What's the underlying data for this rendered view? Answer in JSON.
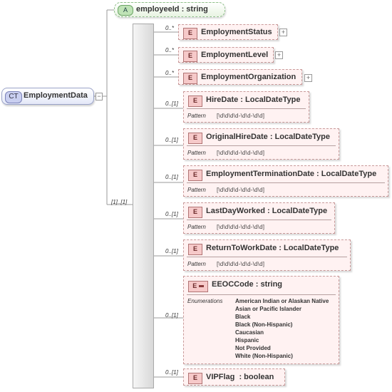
{
  "complex_type": {
    "badge": "CT",
    "name": "EmploymentData"
  },
  "attribute": {
    "badge": "A",
    "label": "employeeId : string"
  },
  "sequence": {
    "cardinality": "[1]..[1]"
  },
  "elements": [
    {
      "badge": "E",
      "name": "EmploymentStatus",
      "card": "0..*",
      "expandable": true
    },
    {
      "badge": "E",
      "name": "EmploymentLevel",
      "card": "0..*",
      "expandable": true
    },
    {
      "badge": "E",
      "name": "EmploymentOrganization",
      "card": "0..*",
      "expandable": true
    },
    {
      "badge": "E",
      "name": "HireDate : LocalDateType",
      "card": "0..[1]",
      "facet_label": "Pattern",
      "facet_value": "[\\d\\d\\d\\d-\\d\\d-\\d\\d]"
    },
    {
      "badge": "E",
      "name": "OriginalHireDate : LocalDateType",
      "card": "0..[1]",
      "facet_label": "Pattern",
      "facet_value": "[\\d\\d\\d\\d-\\d\\d-\\d\\d]"
    },
    {
      "badge": "E",
      "name": "EmploymentTerminationDate : LocalDateType",
      "card": "0..[1]",
      "facet_label": "Pattern",
      "facet_value": "[\\d\\d\\d\\d-\\d\\d-\\d\\d]"
    },
    {
      "badge": "E",
      "name": "LastDayWorked : LocalDateType",
      "card": "0..[1]",
      "facet_label": "Pattern",
      "facet_value": "[\\d\\d\\d\\d-\\d\\d-\\d\\d]"
    },
    {
      "badge": "E",
      "name": "ReturnToWorkDate : LocalDateType",
      "card": "0..[1]",
      "facet_label": "Pattern",
      "facet_value": "[\\d\\d\\d\\d-\\d\\d-\\d\\d]"
    },
    {
      "badge": "E",
      "name": "EEOCCode : string",
      "card": "0..[1]",
      "facet_label": "Enumerations",
      "enumerations": [
        "American Indian or Alaskan Native",
        "Asian or Pacific Islander",
        "Black",
        "Black (Non-Hispanic)",
        "Caucasian",
        "Hispanic",
        "Not Provided",
        "White (Non-Hispanic)"
      ]
    },
    {
      "badge": "E",
      "name": "VIPFlag  : boolean",
      "card": "0..[1]"
    }
  ]
}
